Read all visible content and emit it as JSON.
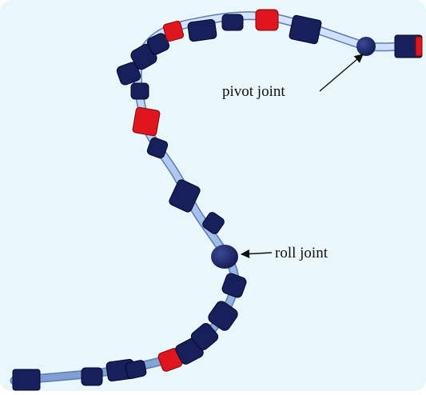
{
  "figure": {
    "background": "#e9f6fa",
    "rod_color": "#a9c4ee",
    "module_color": "#17205a",
    "accent_color": "#e0161e",
    "labels": [
      {
        "id": "pivot",
        "text": "pivot joint"
      },
      {
        "id": "roll",
        "text": "roll joint"
      }
    ]
  }
}
